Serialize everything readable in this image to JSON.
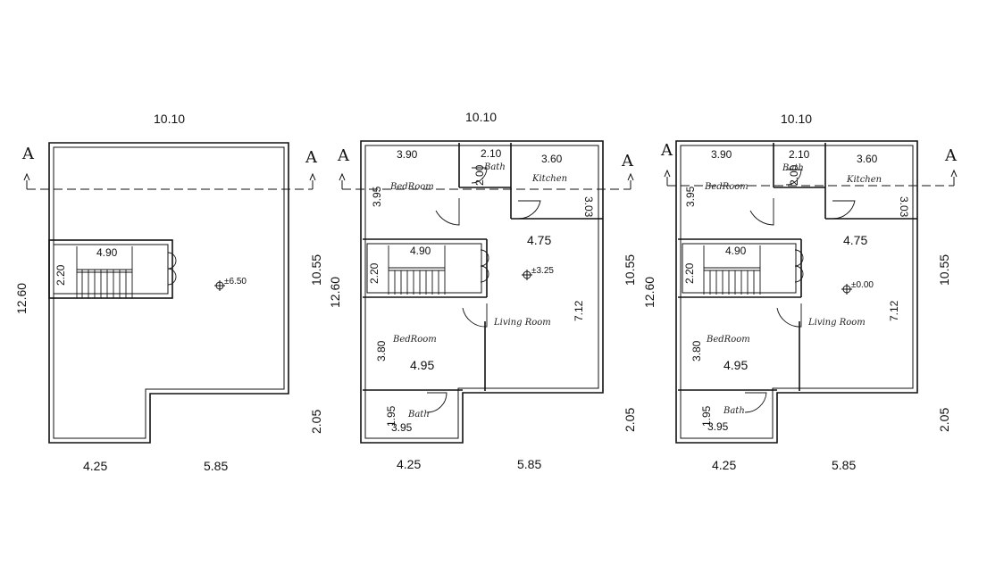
{
  "colors": {
    "line": "#111111",
    "hatch": "#222222",
    "background": "#ffffff"
  },
  "icons": [
    "level-marker-icon",
    "section-arrow-icon"
  ],
  "plans": [
    {
      "id": "roof",
      "dims": {
        "top": "10.10",
        "left": "12.60",
        "right_main": "10.55",
        "right_low": "2.05",
        "bottom_left": "4.25",
        "bottom_right": "5.85",
        "stair_w": "4.90",
        "stair_h": "2.20"
      },
      "level": "±6.50",
      "section": {
        "left": "A",
        "right": "A"
      },
      "rooms": []
    },
    {
      "id": "first",
      "dims": {
        "top": "10.10",
        "left": "12.60",
        "right_main": "10.55",
        "right_low": "2.05",
        "bottom_left": "4.25",
        "bottom_right": "5.85",
        "stair_w": "4.90",
        "stair_h": "2.20"
      },
      "level": "±3.25",
      "section": {
        "left": "A",
        "right": "A"
      },
      "rooms": [
        {
          "name": "BedRoom",
          "dims": [
            "3.90",
            "3.95"
          ]
        },
        {
          "name": "Bath",
          "dims": [
            "2.10",
            "2.00"
          ]
        },
        {
          "name": "Kitchen",
          "dims": [
            "3.60",
            "3.03"
          ]
        },
        {
          "name": "Living Room",
          "dims": [
            "4.75",
            "7.12"
          ]
        },
        {
          "name": "BedRoom",
          "dims": [
            "4.95",
            "3.80"
          ]
        },
        {
          "name": "Bath",
          "dims": [
            "3.95",
            "1.95"
          ]
        }
      ]
    },
    {
      "id": "ground",
      "dims": {
        "top": "10.10",
        "left": "12.60",
        "right_main": "10.55",
        "right_low": "2.05",
        "bottom_left": "4.25",
        "bottom_right": "5.85",
        "stair_w": "4.90",
        "stair_h": "2.20"
      },
      "level": "±0.00",
      "section": {
        "left": "A",
        "right": "A"
      },
      "rooms": [
        {
          "name": "BedRoom",
          "dims": [
            "3.90",
            "3.95"
          ]
        },
        {
          "name": "Bath",
          "dims": [
            "2.10",
            "2.00"
          ]
        },
        {
          "name": "Kitchen",
          "dims": [
            "3.60",
            "3.03"
          ]
        },
        {
          "name": "Living Room",
          "dims": [
            "4.75",
            "7.12"
          ]
        },
        {
          "name": "BedRoom",
          "dims": [
            "4.95",
            "3.80"
          ]
        },
        {
          "name": "Bath",
          "dims": [
            "3.95",
            "1.95"
          ]
        }
      ]
    }
  ]
}
